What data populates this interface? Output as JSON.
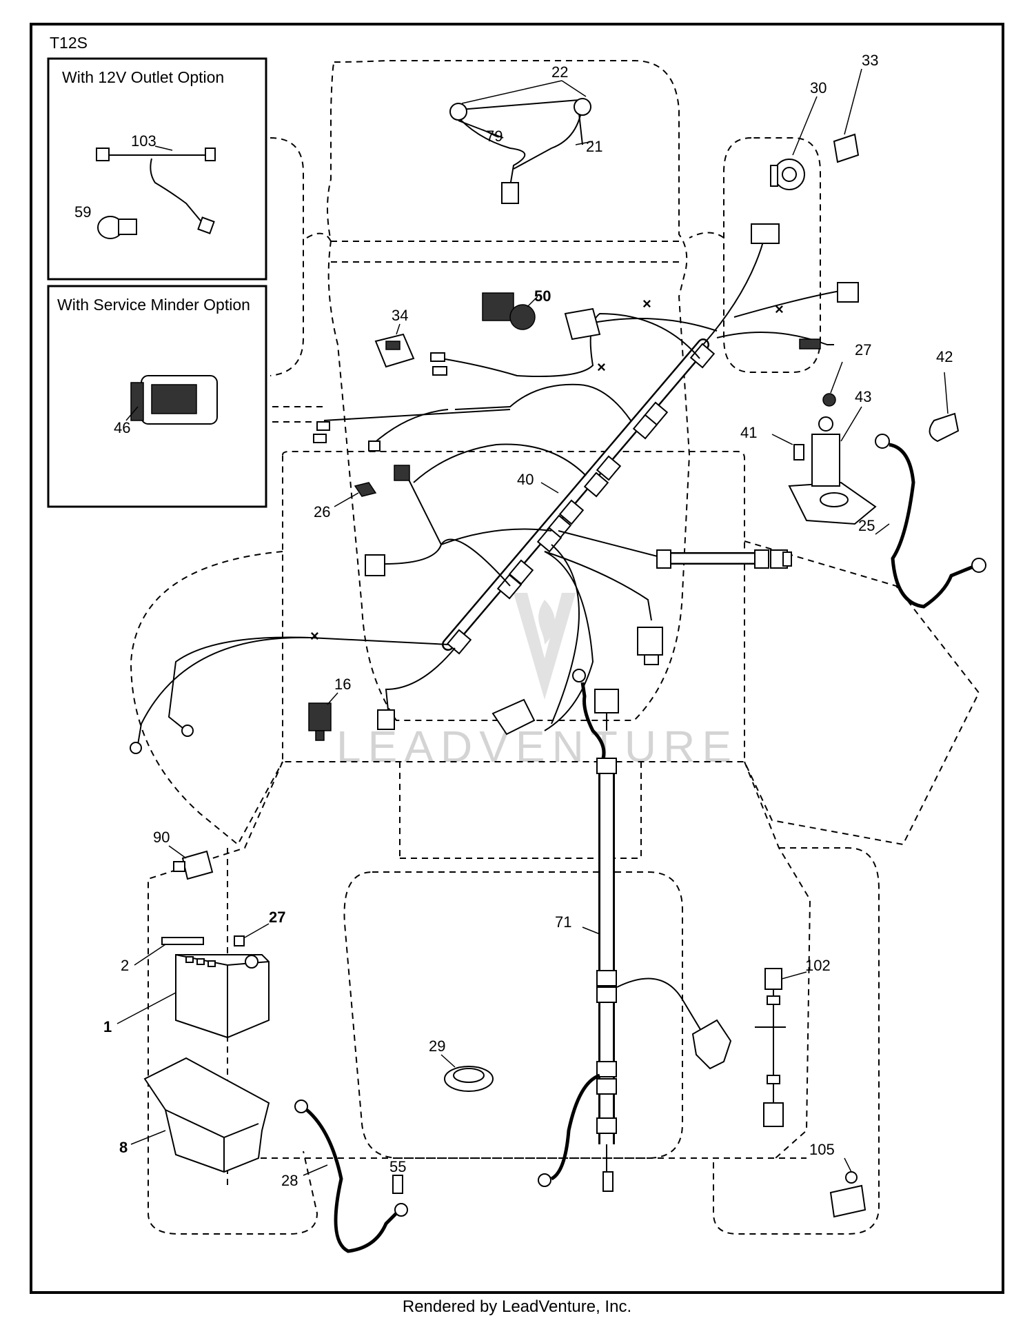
{
  "model": "T12S",
  "insets": [
    {
      "title": "With 12V Outlet Option"
    },
    {
      "title": "With Service Minder Option"
    }
  ],
  "callouts": {
    "p1": "1",
    "p2": "2",
    "p8": "8",
    "p16": "16",
    "p21": "21",
    "p22": "22",
    "p25": "25",
    "p26": "26",
    "p27a": "27",
    "p27b": "27",
    "p28": "28",
    "p29": "29",
    "p30": "30",
    "p33": "33",
    "p34": "34",
    "p40": "40",
    "p41": "41",
    "p42": "42",
    "p43": "43",
    "p46": "46",
    "p50": "50",
    "p55": "55",
    "p59": "59",
    "p71": "71",
    "p79": "79",
    "p90": "90",
    "p102": "102",
    "p103": "103",
    "p105": "105"
  },
  "watermark": "LEADVENTURE",
  "footer": "Rendered by LeadVenture, Inc."
}
